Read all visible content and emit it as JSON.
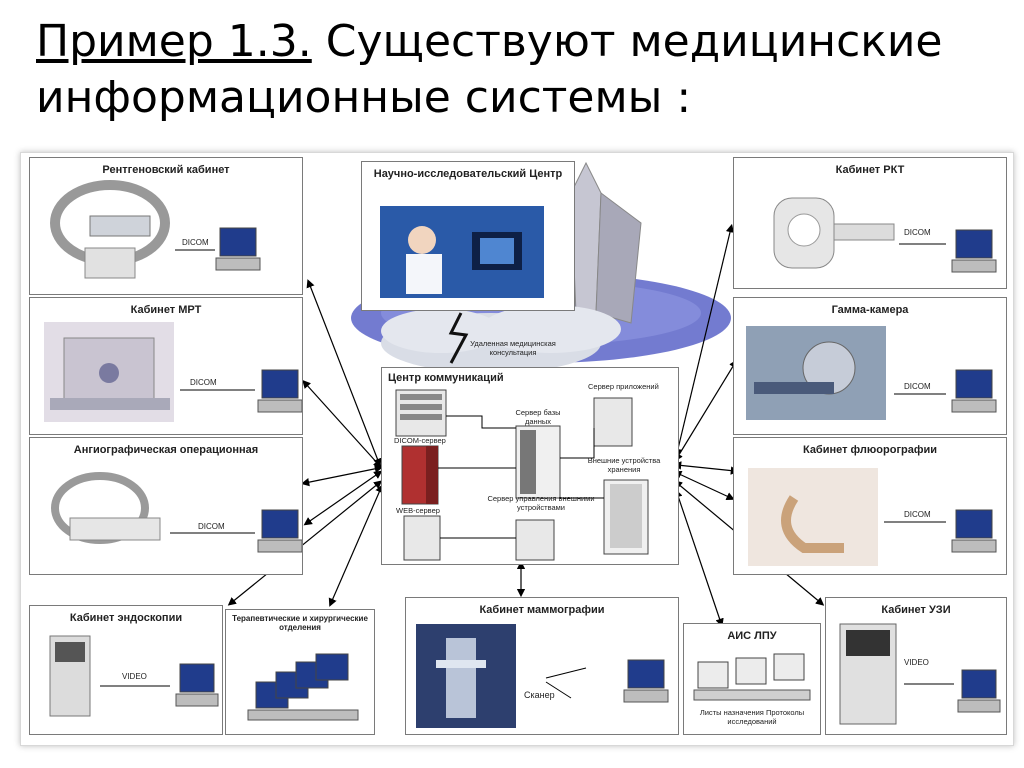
{
  "title": {
    "example": "Пример 1.3.",
    "rest": " Существуют медицинские информационные системы :"
  },
  "research": {
    "label": "Научно-исследовательский Центр",
    "consult": "Удаленная медицинская консультация"
  },
  "hub": {
    "label": "Центр коммуникаций",
    "app_server": "Сервер приложений",
    "db_server": "Сервер базы данных",
    "dicom_server": "DICOM-сервер",
    "storage": "Внешние устройства хранения",
    "mgmt_server": "Сервер управления внешними устройствами",
    "web_server": "WEB-сервер"
  },
  "rooms": {
    "xray": "Рентгеновский кабинет",
    "mri": "Кабинет МРТ",
    "angio": "Ангиографическая операционная",
    "endoscopy": "Кабинет эндоскопии",
    "therapy": "Терапевтические и хирургические отделения",
    "mammo": "Кабинет маммографии",
    "ais": "АИС ЛПУ",
    "ais_note": "Листы назначения Протоколы исследований",
    "ct": "Кабинет РКТ",
    "gamma": "Гамма-камера",
    "fluoro": "Кабинет флюорографии",
    "us": "Кабинет УЗИ"
  },
  "links": {
    "dicom": "DICOM",
    "video": "VIDEO",
    "scanner": "Сканер"
  },
  "colors": {
    "cloud": "#d9dde6",
    "disk": "#5a64c8",
    "tower": "#b8b8c4",
    "monitor_screen": "#203c8c",
    "server_red": "#b03030"
  }
}
